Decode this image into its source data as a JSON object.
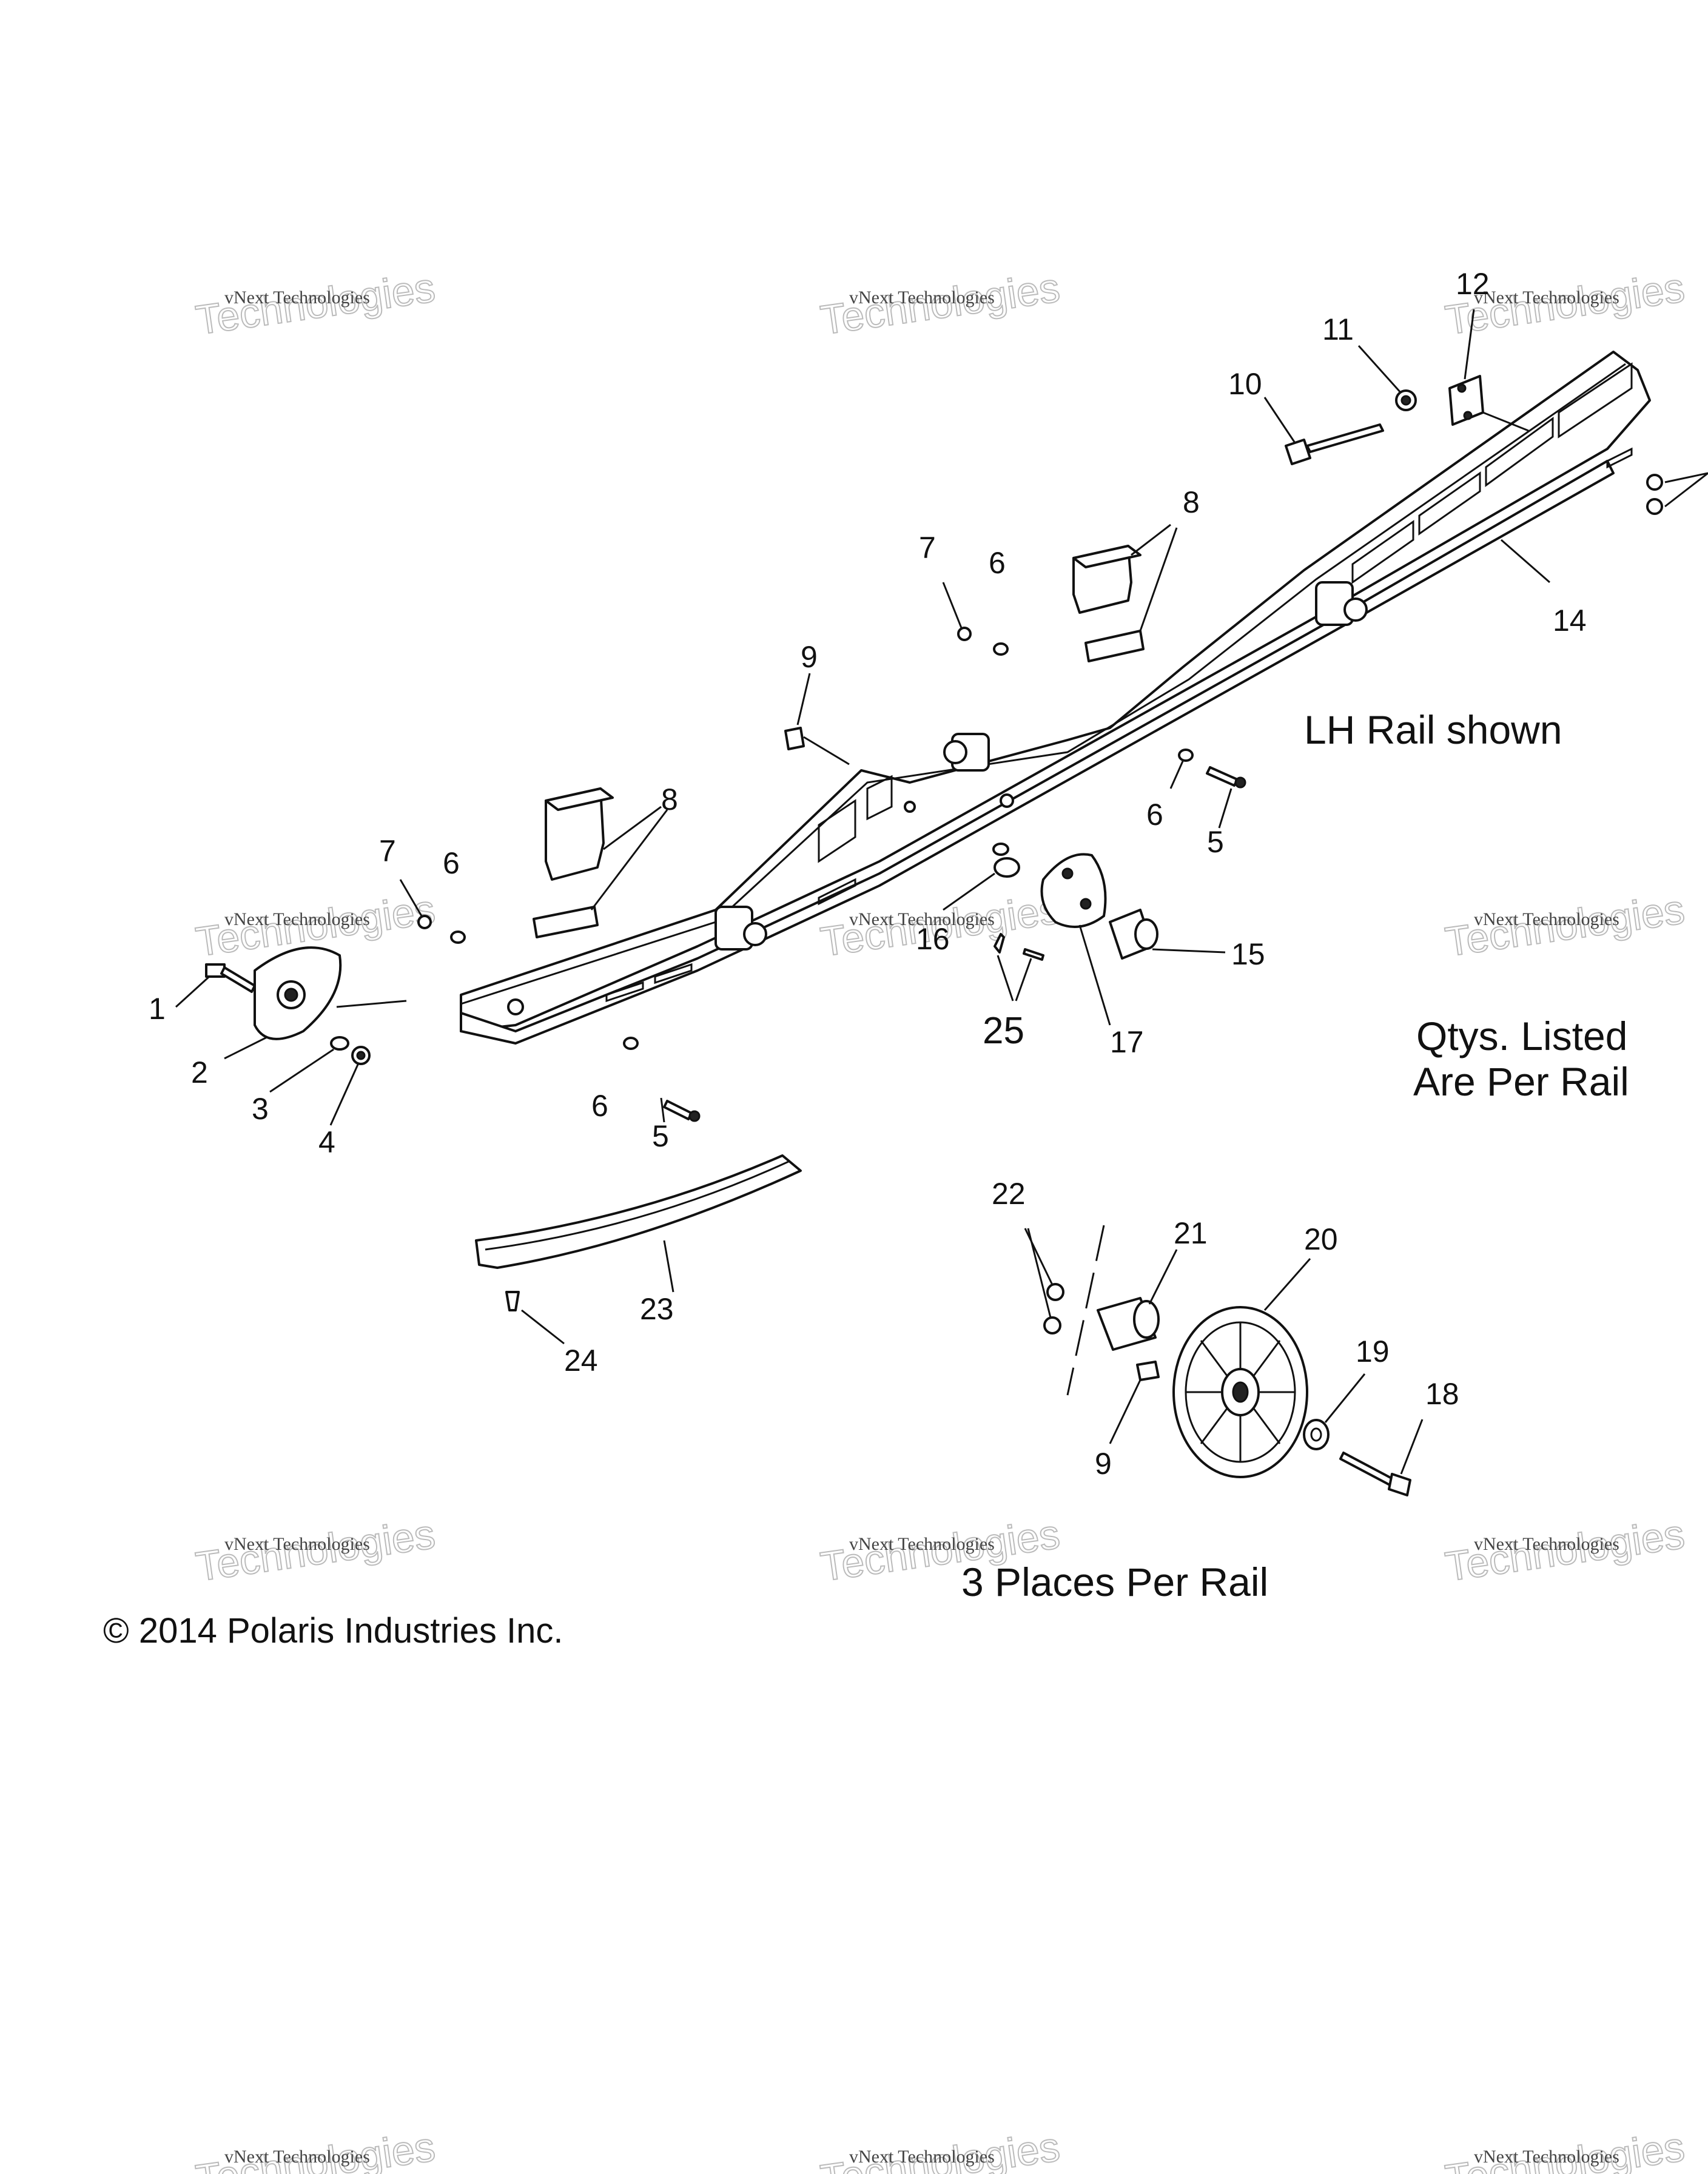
{
  "callouts": [
    {
      "id": "c1",
      "label": "1"
    },
    {
      "id": "c2",
      "label": "2"
    },
    {
      "id": "c3",
      "label": "3"
    },
    {
      "id": "c4",
      "label": "4"
    },
    {
      "id": "c5a",
      "label": "5"
    },
    {
      "id": "c5b",
      "label": "5"
    },
    {
      "id": "c6a",
      "label": "6"
    },
    {
      "id": "c6b",
      "label": "6"
    },
    {
      "id": "c6c",
      "label": "6"
    },
    {
      "id": "c6d",
      "label": "6"
    },
    {
      "id": "c7a",
      "label": "7"
    },
    {
      "id": "c7b",
      "label": "7"
    },
    {
      "id": "c8a",
      "label": "8"
    },
    {
      "id": "c8b",
      "label": "8"
    },
    {
      "id": "c9a",
      "label": "9"
    },
    {
      "id": "c9b",
      "label": "9"
    },
    {
      "id": "c10",
      "label": "10"
    },
    {
      "id": "c11",
      "label": "11"
    },
    {
      "id": "c12",
      "label": "12"
    },
    {
      "id": "c14",
      "label": "14"
    },
    {
      "id": "c15",
      "label": "15"
    },
    {
      "id": "c16",
      "label": "16"
    },
    {
      "id": "c17",
      "label": "17"
    },
    {
      "id": "c18",
      "label": "18"
    },
    {
      "id": "c19",
      "label": "19"
    },
    {
      "id": "c20",
      "label": "20"
    },
    {
      "id": "c21",
      "label": "21"
    },
    {
      "id": "c22",
      "label": "22"
    },
    {
      "id": "c23",
      "label": "23"
    },
    {
      "id": "c24",
      "label": "24"
    },
    {
      "id": "c25",
      "label": "25"
    }
  ],
  "notes": {
    "lh_rail": "LH Rail shown",
    "qty_line1": "Qtys. Listed",
    "qty_line2": "Are Per Rail",
    "places": "3 Places Per Rail",
    "copyright": "© 2014 Polaris Industries Inc."
  },
  "watermark": {
    "line1": "vNext Technologies",
    "line2": "Technologies"
  }
}
